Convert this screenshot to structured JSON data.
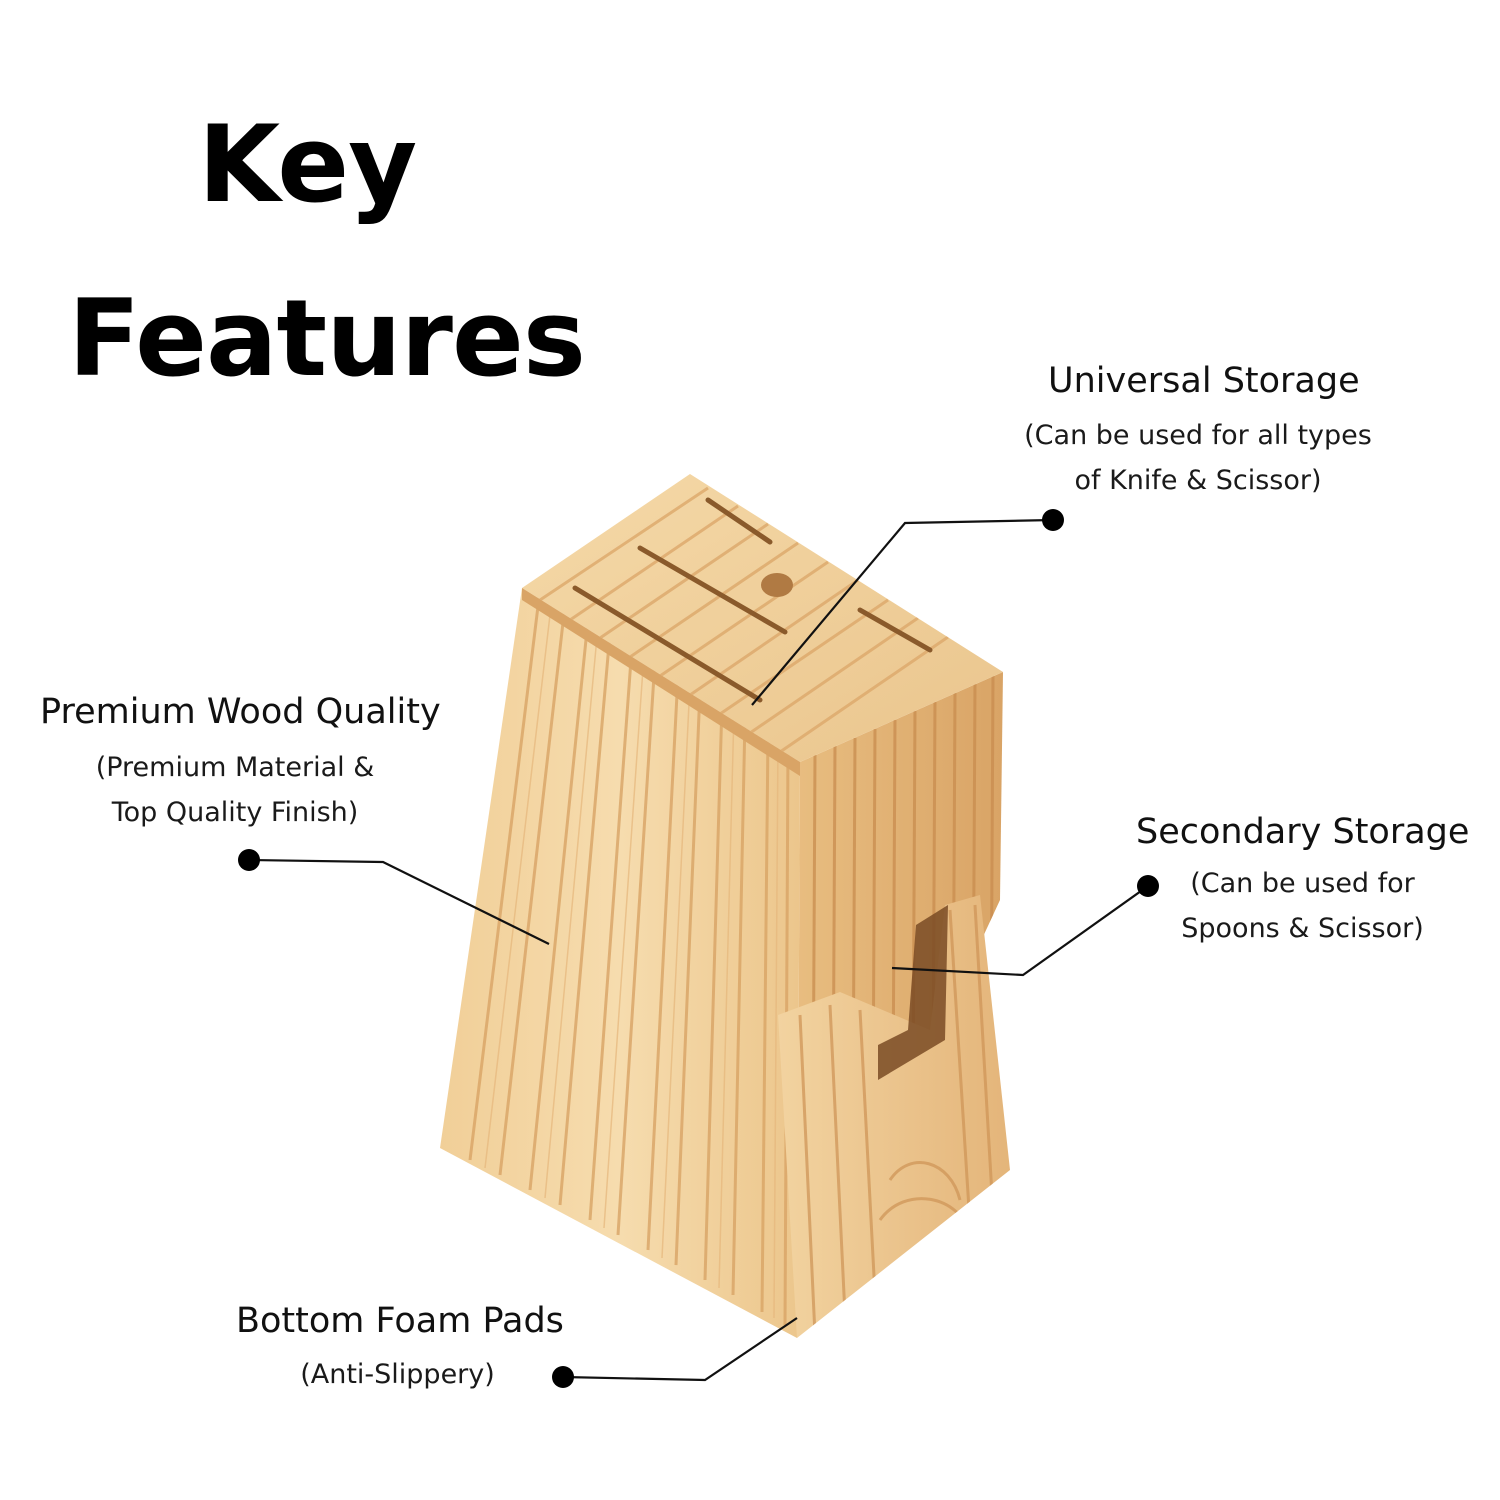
{
  "heading": {
    "line1": "Key",
    "line2": "Features"
  },
  "features": {
    "universal": {
      "title": "Universal Storage",
      "desc1": "(Can be used for all types",
      "desc2": "of Knife & Scissor)"
    },
    "premium": {
      "title": "Premium Wood Quality",
      "desc1": "(Premium Material &",
      "desc2": "Top Quality Finish)"
    },
    "secondary": {
      "title": "Secondary Storage",
      "desc1": "(Can be used for",
      "desc2": "Spoons & Scissor)"
    },
    "pads": {
      "title": "Bottom Foam Pads",
      "desc1": "(Anti-Slippery)"
    }
  },
  "colors": {
    "wood_light": "#f3d6a6",
    "wood_mid": "#e9c089",
    "wood_dark": "#c98d4f",
    "text": "#111111"
  }
}
